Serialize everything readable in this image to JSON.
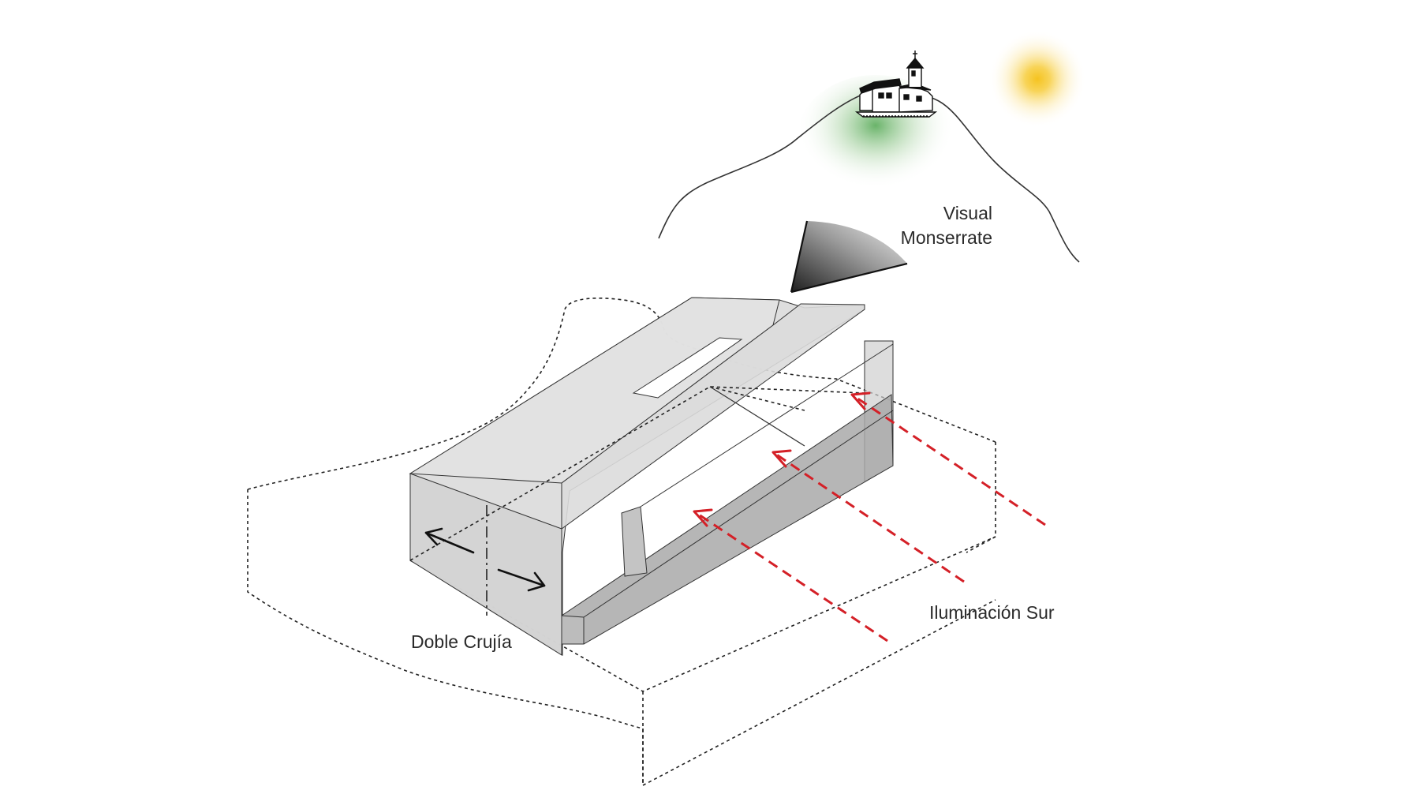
{
  "labels": {
    "visual_line1": "Visual",
    "visual_line2": "Monserrate",
    "illumination": "Iluminación Sur",
    "double_bay": "Doble Crujía"
  },
  "colors": {
    "sun": "#f5c320",
    "sun_glow": "#fbe9a8",
    "hill_glow": "#5aae5a",
    "light_rays": "#d42027",
    "building_volume": "#d9d9d9",
    "building_shadow": "#a8a8a8"
  },
  "icons": {
    "sun": "sun-icon",
    "church": "monserrate-sanctuary-icon",
    "view_cone": "view-cone-icon"
  }
}
